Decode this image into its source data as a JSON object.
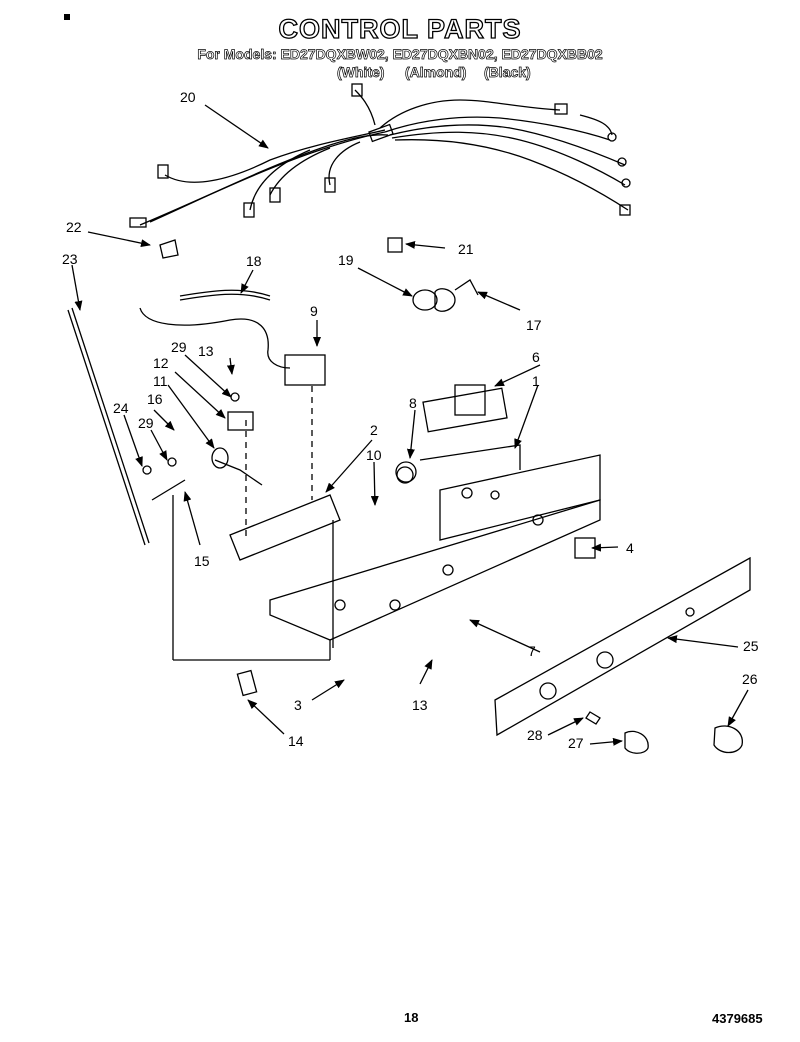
{
  "title": "CONTROL PARTS",
  "models_line": "For Models: ED27DQXBW02, ED27DQXBN02, ED27DQXBB02",
  "colors": [
    "(White)",
    "(Almond)",
    "(Black)"
  ],
  "callouts": [
    "1",
    "2",
    "3",
    "4",
    "6",
    "7",
    "8",
    "9",
    "10",
    "11",
    "12",
    "13",
    "13",
    "14",
    "15",
    "16",
    "17",
    "18",
    "19",
    "20",
    "21",
    "22",
    "23",
    "24",
    "25",
    "26",
    "27",
    "28",
    "29",
    "29"
  ],
  "page_number": "18",
  "doc_number": "4379685"
}
